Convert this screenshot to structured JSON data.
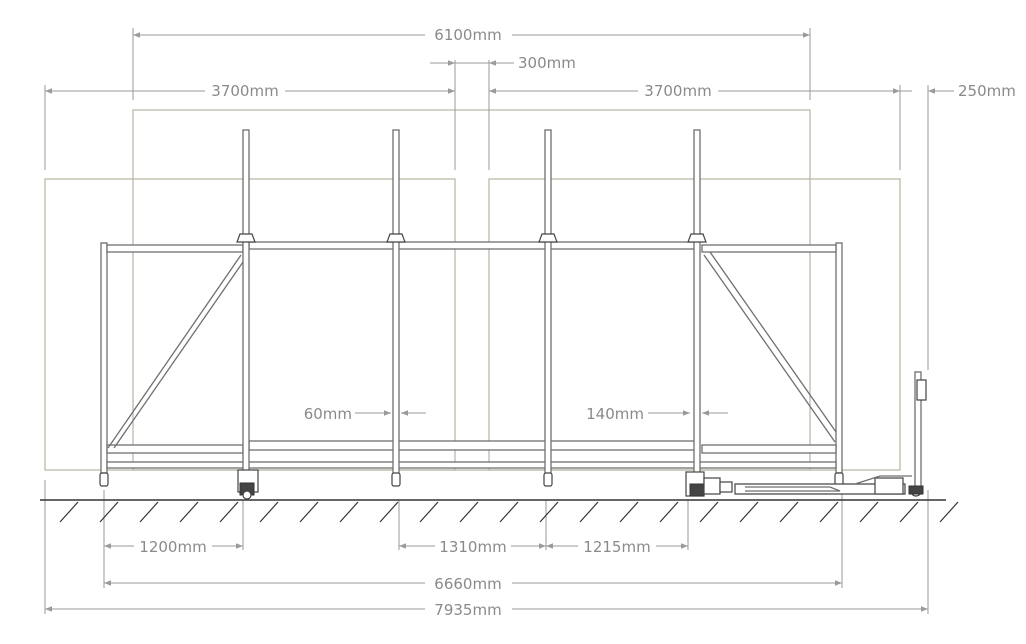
{
  "dimensions": {
    "overall_gate": "6100mm",
    "gap": "300mm",
    "left_leaf": "3700mm",
    "right_leaf": "3700mm",
    "side_clearance": "250mm",
    "post_width": "60mm",
    "post_width_right": "140mm",
    "wheel_left": "1200mm",
    "wheel_mid": "1310mm",
    "wheel_right": "1215mm",
    "frame_length": "6660mm",
    "total_length": "7935mm"
  },
  "colors": {
    "dimension": "#9a9a9a",
    "panel_outline": "#b7b3a1",
    "frame": "#6f6f6f",
    "ground": "#333333"
  }
}
